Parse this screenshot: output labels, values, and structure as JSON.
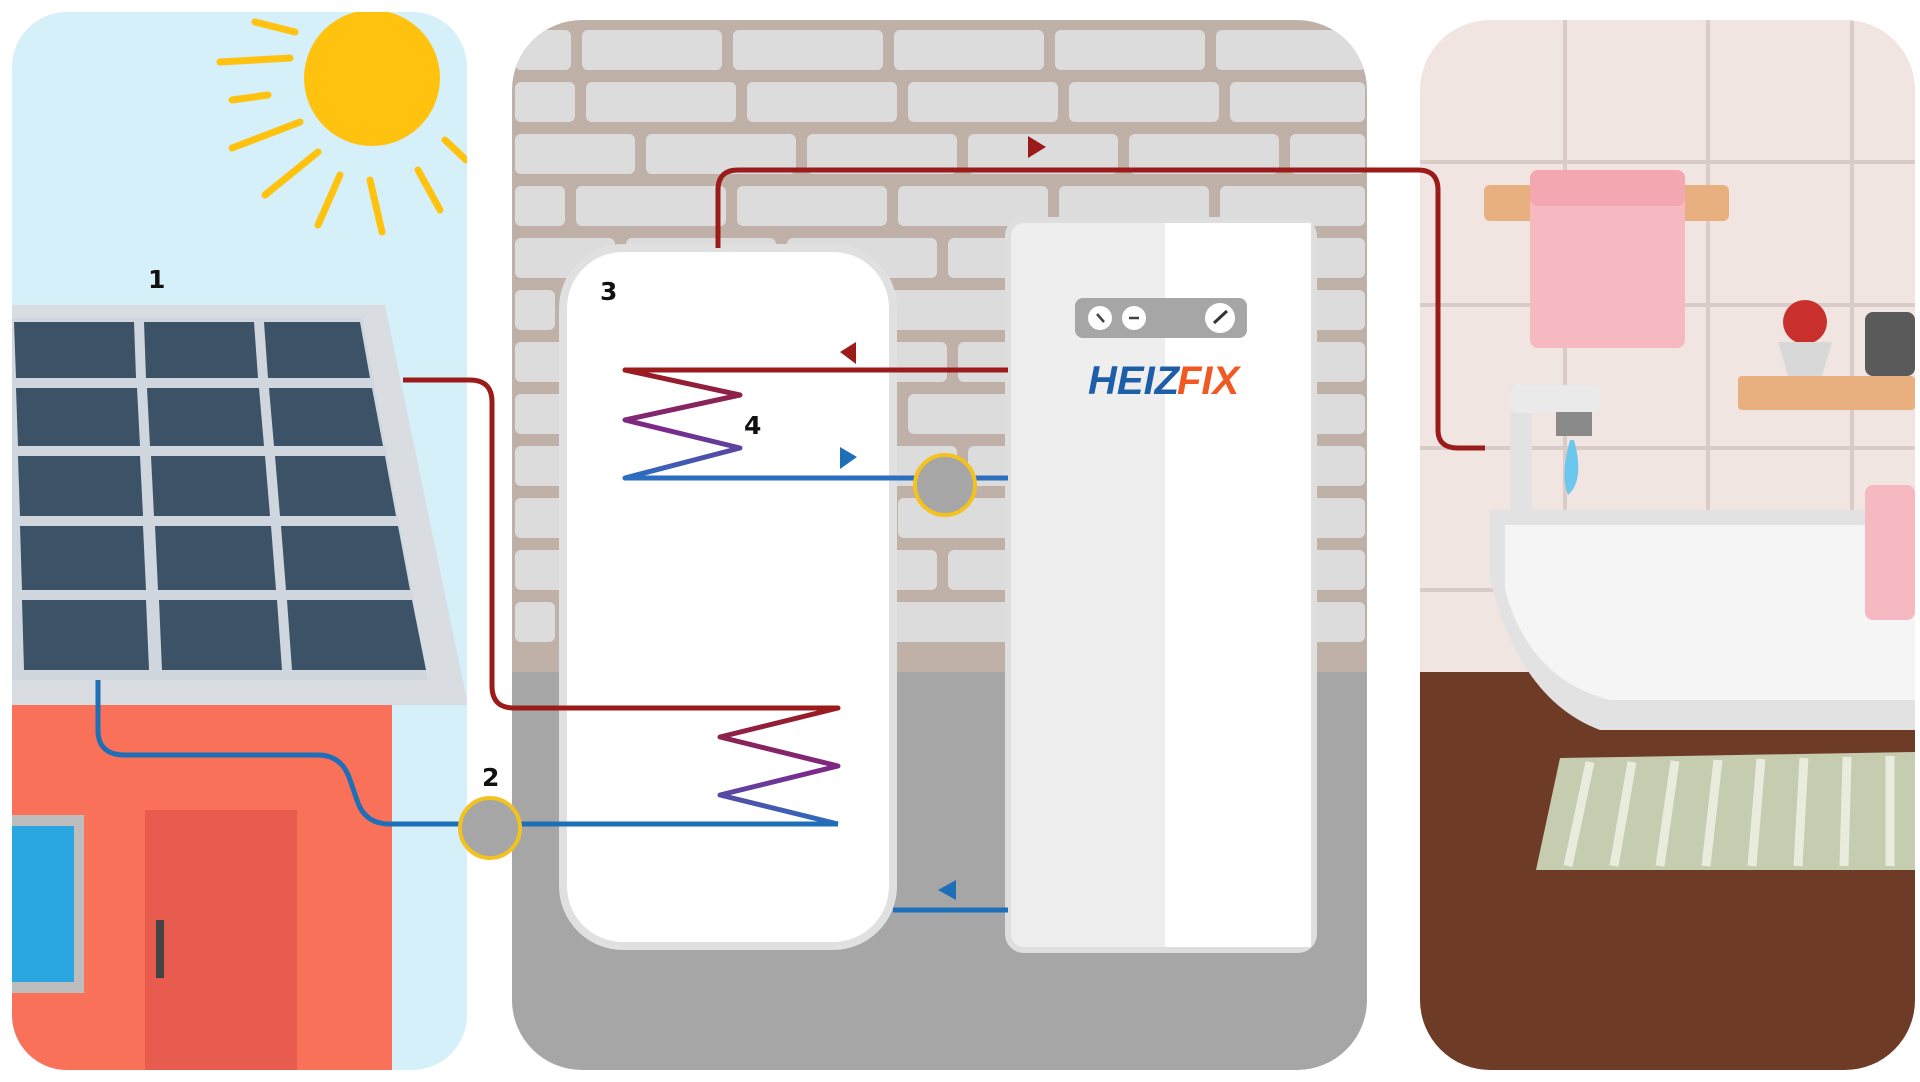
{
  "colors": {
    "sky": "#d6f0f9",
    "sun": "#ffc20e",
    "panel_cell": "#3b5267",
    "house_wall": "#f87158",
    "house_door": "#e85c50",
    "brick_wall": "#bfb1a8",
    "brick": "#dcdcdc",
    "floor_gray": "#a6a6a6",
    "tank": "#ffffff",
    "hot_pipe": "#9b1b1b",
    "cold_pipe": "#1f6fb8",
    "pump_fill": "#a6a6a6",
    "pump_ring": "#f4c21f",
    "bath_tile": "#f1e5e2",
    "bath_floor": "#6e3b27",
    "towel": "#f6b9c1",
    "logo_blue": "#1d5ea8",
    "logo_orange": "#f05a22"
  },
  "labels": {
    "solar_panel": "1",
    "solar_pump": "2",
    "storage_tank": "3",
    "heater_coil": "4"
  },
  "heater": {
    "brand": "HEIZFIX",
    "brand_part_1": "HEIZ",
    "brand_part_2": "FIX"
  },
  "icons": {
    "sun": "sun-icon",
    "flow_arrow": "triangle-arrow-icon",
    "pump": "circulation-pump-icon",
    "gauge": "dial-icon"
  }
}
